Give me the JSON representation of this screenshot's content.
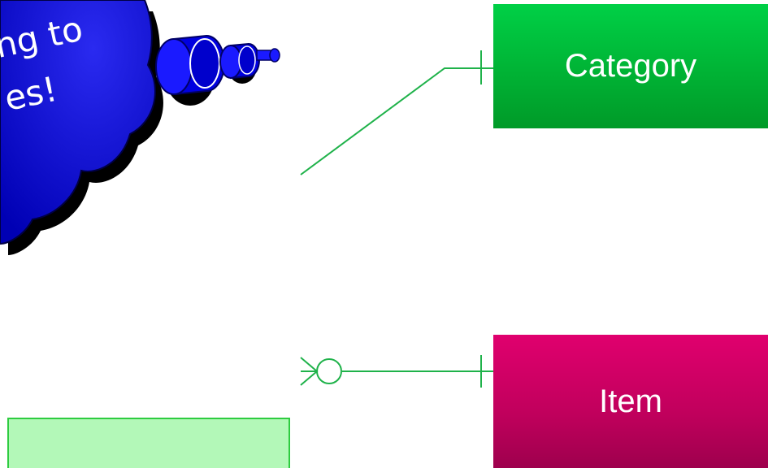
{
  "callout": {
    "line1": "ng to",
    "line2": "es!"
  },
  "entities": {
    "category": "Category",
    "item": "Item"
  },
  "relationships": [
    {
      "from": "Category",
      "to": "off-screen entity",
      "notation": "one"
    },
    {
      "from": "Item",
      "to": "off-screen entity",
      "notation": "zero-or-many"
    }
  ],
  "colors": {
    "category_fill": "#00b033",
    "item_fill": "#c0005c",
    "connector": "#1fb24a",
    "callout_fill": "#0000cc",
    "partial_box_fill": "#b3f8b8"
  }
}
